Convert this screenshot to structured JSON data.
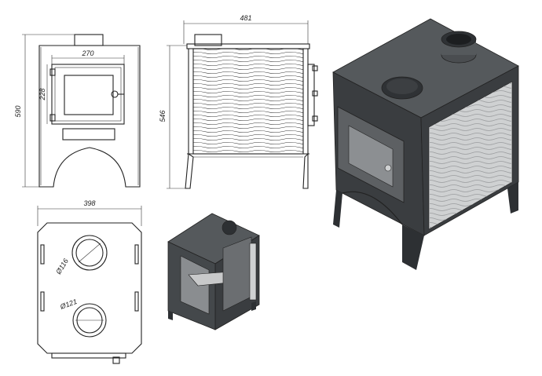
{
  "front_view": {
    "height_label": "590",
    "door_width_label": "270",
    "door_height_label": "228"
  },
  "side_view": {
    "width_label": "481",
    "height_label": "546"
  },
  "top_view": {
    "width_label": "398",
    "flue_diameter_label": "Ø116",
    "hob_diameter_label": "Ø121"
  },
  "colors": {
    "line": "#222222",
    "body_dark": "#3a3d40",
    "body_mid": "#55595c",
    "panel_light": "#cfd1d2"
  }
}
